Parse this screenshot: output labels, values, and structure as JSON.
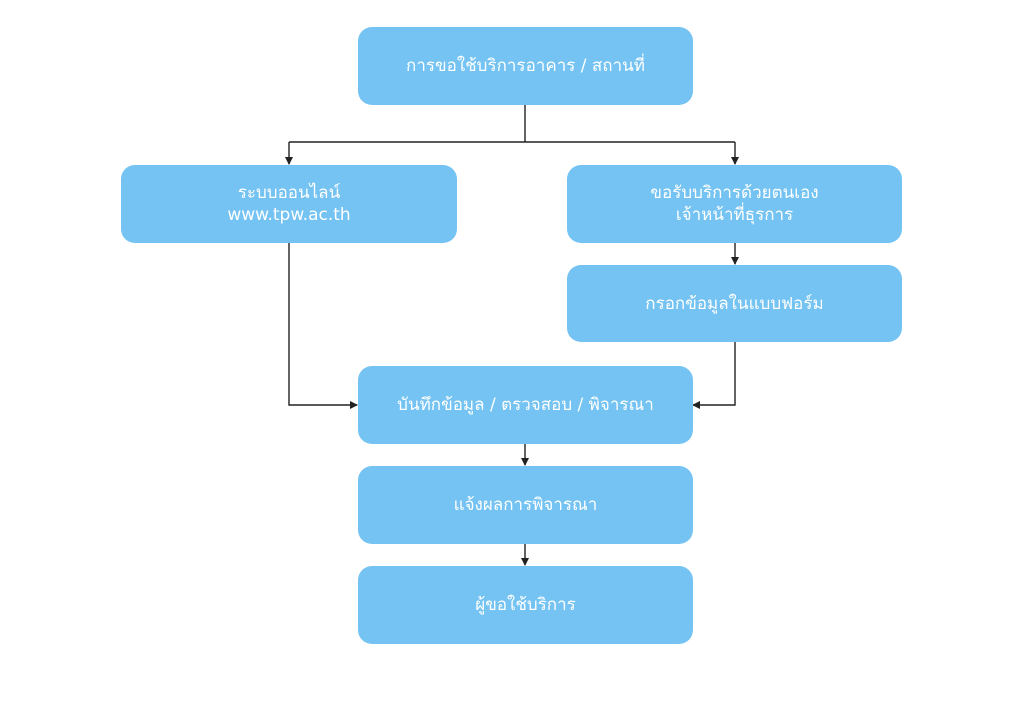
{
  "nodes": {
    "top": {
      "line1": "การขอใช้บริการอาคาร / สถานที่"
    },
    "online": {
      "line1": "ระบบออนไลน์",
      "line2": "www.tpw.ac.th"
    },
    "in_person": {
      "line1": "ขอรับบริการด้วยตนเอง",
      "line2": "เจ้าหน้าที่ธุรการ"
    },
    "fill_form": {
      "line1": "กรอกข้อมูลในแบบฟอร์ม"
    },
    "record": {
      "line1": "บันทึกข้อมูล / ตรวจสอบ / พิจารณา"
    },
    "notify": {
      "line1": "แจ้งผลการพิจารณา"
    },
    "user": {
      "line1": "ผู้ขอใช้บริการ"
    }
  },
  "colors": {
    "box_fill": "#74c3f2",
    "box_text": "#ffffff",
    "connector": "#222222"
  }
}
